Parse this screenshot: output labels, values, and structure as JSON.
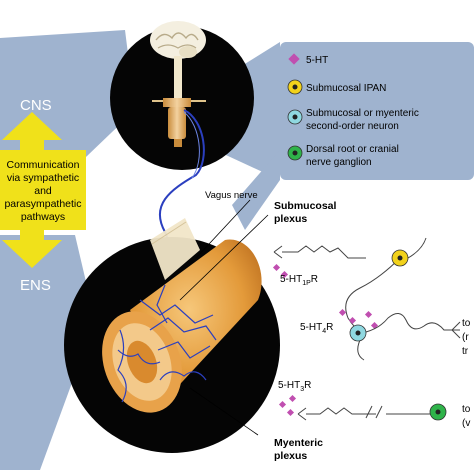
{
  "labels": {
    "cns": "CNS",
    "ens": "ENS",
    "communication": [
      "Communication",
      "via sympathetic",
      "and",
      "parasympathetic",
      "pathways"
    ],
    "vagus": "Vagus nerve",
    "submucosal_plexus": [
      "Submucosal",
      "plexus"
    ],
    "myenteric_plexus": [
      "Myenteric",
      "plexus"
    ],
    "receptor_1p": [
      "5-HT",
      "1P",
      "R"
    ],
    "receptor_4": [
      "5-HT",
      "4",
      "R"
    ],
    "receptor_3": [
      "5-HT",
      "3",
      "R"
    ],
    "cut_to_1": "to",
    "cut_to_1b": "(r",
    "cut_to_1c": "tr",
    "cut_to_2": "to",
    "cut_to_2b": "(v"
  },
  "legend": {
    "items": [
      {
        "label": [
          "5-HT"
        ],
        "icon": "diamond-icon",
        "color": "#c04fb0"
      },
      {
        "label": [
          "Submucosal IPAN"
        ],
        "icon": "yellow-cell-icon",
        "color": "#f2d21b"
      },
      {
        "label": [
          "Submucosal or myenteric",
          "second-order neuron"
        ],
        "icon": "cyan-cell-icon",
        "color": "#8fd8e0"
      },
      {
        "label": [
          "Dorsal root or cranial",
          "nerve ganglion"
        ],
        "icon": "green-cell-icon",
        "color": "#2fb34a"
      }
    ]
  },
  "colors": {
    "panel": "#9fb3cf",
    "arrow": "#f0e11a",
    "nerve": "#2b3fbf",
    "gut": "#e39a3a"
  }
}
